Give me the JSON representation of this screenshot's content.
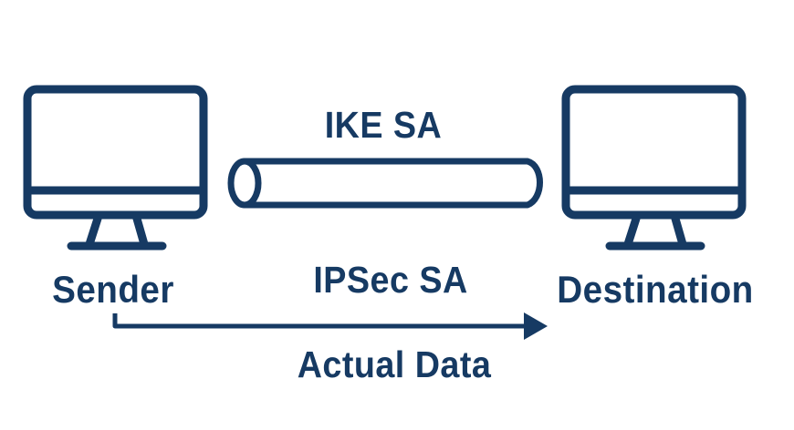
{
  "colors": {
    "stroke": "#163a63",
    "text": "#163a63",
    "background": "#ffffff"
  },
  "nodes": {
    "sender": {
      "label": "Sender",
      "icon": "computer-monitor-icon"
    },
    "destination": {
      "label": "Destination",
      "icon": "computer-monitor-icon"
    }
  },
  "ike_tunnel": {
    "label": "IKE SA",
    "icon": "tunnel-pipe-icon"
  },
  "ipsec": {
    "label": "IPSec SA"
  },
  "data_flow": {
    "label": "Actual Data",
    "icon": "arrow-right-icon"
  }
}
